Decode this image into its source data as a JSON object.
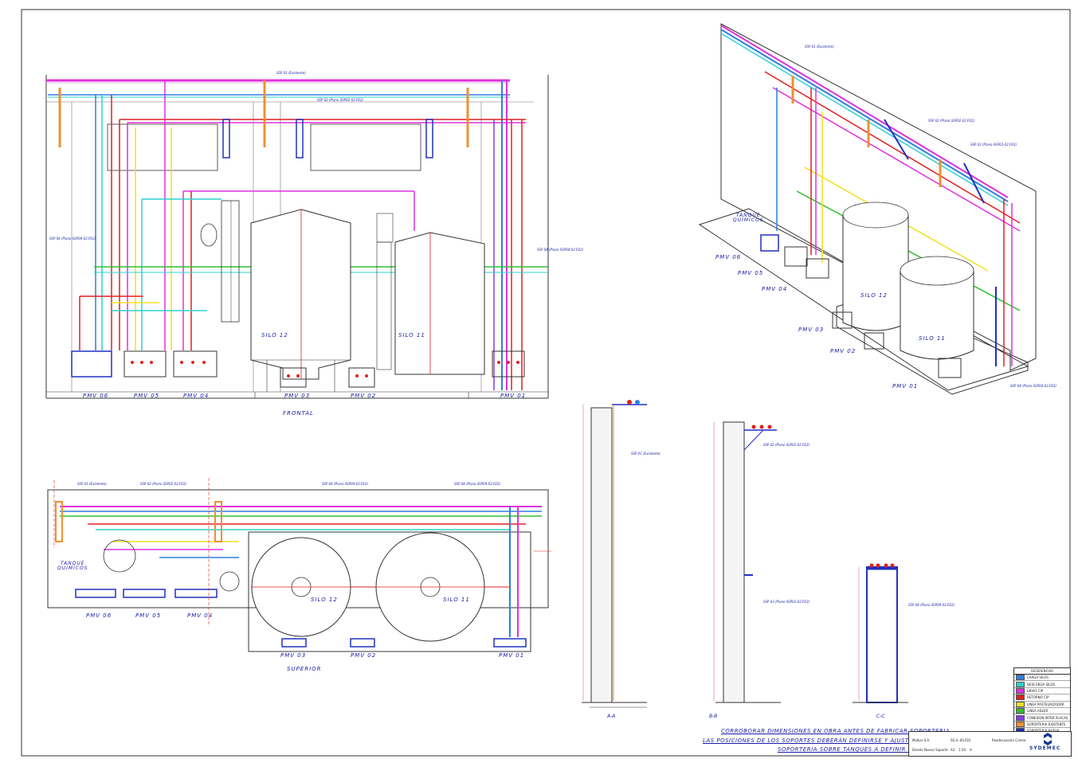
{
  "views": {
    "frontal": {
      "title": "FRONTAL",
      "pmv": [
        "PMV 06",
        "PMV 05",
        "PMV 04",
        "PMV 03",
        "PMV 02",
        "PMV 01"
      ],
      "silos": [
        "SILO 12",
        "SILO 11"
      ]
    },
    "superior": {
      "title": "SUPERIOR",
      "pmv": [
        "PMV 06",
        "PMV 05",
        "PMV 04",
        "PMV 03",
        "PMV 02",
        "PMV 01"
      ],
      "silos": [
        "SILO 12",
        "SILO 11"
      ],
      "tank_label": "TANQUE\nQUÍMICOS"
    },
    "iso": {
      "tank_label": "TANQUE\nQUÍMICOS",
      "pmv": [
        "PMV 06",
        "PMV 05",
        "PMV 04",
        "PMV 03",
        "PMV 02",
        "PMV 01"
      ],
      "silos": [
        "SILO 12",
        "SILO 11"
      ]
    },
    "sections": [
      "A-A",
      "B-B",
      "C-C"
    ]
  },
  "warnings": [
    "CORROBORAR DIMENSIONES EN OBRA ANTES DE FABRICAR SOPORTERIA",
    "LAS POSICIONES DE LOS SOPORTES DEBERÁN DEFINIRSE Y AJUSTAR EN OBRA",
    "SOPORTERIA SOBRE TANQUES A DEFINIR EN OBRA"
  ],
  "legend": {
    "title": "REFERENCIAS",
    "items": [
      {
        "label": "CARGA SILOS",
        "color": "#2f7fe0"
      },
      {
        "label": "DESCARGA SILOS",
        "color": "#2fd0d0"
      },
      {
        "label": "ENVIO CIP",
        "color": "#e030e0"
      },
      {
        "label": "RETORNO CIP",
        "color": "#e02020"
      },
      {
        "label": "LINEA PASTEURIZADOR",
        "color": "#f0e020"
      },
      {
        "label": "LINEA ADLER",
        "color": "#30c030"
      },
      {
        "label": "CONEXION INTER PLACAS",
        "color": "#8040e0"
      },
      {
        "label": "SOPORTERIA EXISTENTE",
        "color": "#f09030"
      },
      {
        "label": "SOPORTERIA NUEVA",
        "color": "#2030c0"
      }
    ]
  },
  "titleblock": {
    "company": "SYDEMEC",
    "client": "Molkar S.A.",
    "plan": "SS.A.-00.P22",
    "project": "Readecuación Crema",
    "desc": "Diseño Nuevo Soporte",
    "size": "A3",
    "scale": "1:50",
    "rev": "A"
  },
  "support_tags": [
    "SSP 01 (Existente)",
    "SSP 02 (Plano SSP02-02.P22)",
    "SSP 03 (Plano SSP03-02.P22)",
    "SSP 04 (Plano SSP04-02.P22)"
  ]
}
